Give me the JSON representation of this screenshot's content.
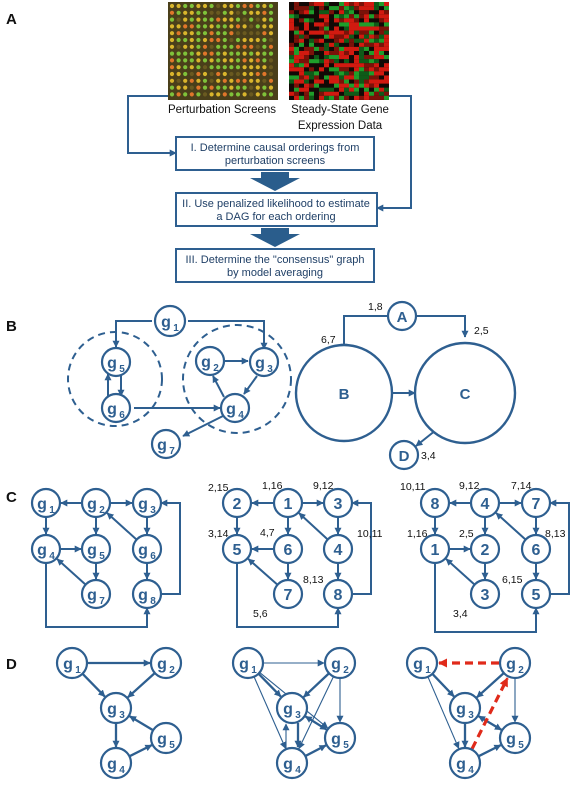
{
  "panel_labels": {
    "a": "A",
    "b": "B",
    "c": "C",
    "d": "D"
  },
  "panel_a": {
    "captions": [
      {
        "id": "perturbation-screens-caption",
        "text": "Perturbation Screens"
      },
      {
        "id": "steady-state-caption-line1",
        "text": "Steady-State Gene"
      },
      {
        "id": "steady-state-caption-line2",
        "text": "Expression Data"
      }
    ],
    "steps": [
      {
        "id": "step-1",
        "lines": [
          "I. Determine causal orderings from",
          "perturbation screens"
        ]
      },
      {
        "id": "step-2",
        "lines": [
          "II. Use penalized likelihood to estimate",
          "a DAG for each ordering"
        ]
      },
      {
        "id": "step-3",
        "lines": [
          "III. Determine the \"consensus\" graph",
          "by model averaging"
        ]
      }
    ]
  },
  "panel_b": {
    "gene_nodes": [
      {
        "id": "g1",
        "base": "g",
        "sub": "1"
      },
      {
        "id": "g2",
        "base": "g",
        "sub": "2"
      },
      {
        "id": "g3",
        "base": "g",
        "sub": "3"
      },
      {
        "id": "g4",
        "base": "g",
        "sub": "4"
      },
      {
        "id": "g5",
        "base": "g",
        "sub": "5"
      },
      {
        "id": "g6",
        "base": "g",
        "sub": "6"
      },
      {
        "id": "g7",
        "base": "g",
        "sub": "7"
      }
    ],
    "gene_edges": [
      [
        "g1",
        "g5"
      ],
      [
        "g1",
        "g3"
      ],
      [
        "g5",
        "g6"
      ],
      [
        "g6",
        "g5"
      ],
      [
        "g6",
        "g4"
      ],
      [
        "g2",
        "g3"
      ],
      [
        "g3",
        "g4"
      ],
      [
        "g4",
        "g2"
      ],
      [
        "g4",
        "g7"
      ]
    ],
    "scc_nodes": [
      {
        "id": "A",
        "label": "A"
      },
      {
        "id": "B",
        "label": "B"
      },
      {
        "id": "C",
        "label": "C"
      },
      {
        "id": "D",
        "label": "D"
      }
    ],
    "scc_edges": [
      [
        "A",
        "B"
      ],
      [
        "A",
        "C"
      ],
      [
        "B",
        "C"
      ],
      [
        "C",
        "D"
      ]
    ],
    "labels": [
      {
        "id": "label-a-top",
        "text": "1,8"
      },
      {
        "id": "label-b",
        "text": "6,7"
      },
      {
        "id": "label-c",
        "text": "2,5"
      },
      {
        "id": "label-d",
        "text": "3,4"
      }
    ]
  },
  "panel_c": {
    "graphs": [
      {
        "nodes": [
          {
            "id": "g1",
            "base": "g",
            "sub": "1"
          },
          {
            "id": "g2",
            "base": "g",
            "sub": "2"
          },
          {
            "id": "g3",
            "base": "g",
            "sub": "3"
          },
          {
            "id": "g4",
            "base": "g",
            "sub": "4"
          },
          {
            "id": "g5",
            "base": "g",
            "sub": "5"
          },
          {
            "id": "g6",
            "base": "g",
            "sub": "6"
          },
          {
            "id": "g7",
            "base": "g",
            "sub": "7"
          },
          {
            "id": "g8",
            "base": "g",
            "sub": "8"
          }
        ],
        "edges": [
          [
            "g2",
            "g1"
          ],
          [
            "g2",
            "g3"
          ],
          [
            "g1",
            "g4"
          ],
          [
            "g2",
            "g5"
          ],
          [
            "g3",
            "g6"
          ],
          [
            "g4",
            "g5"
          ],
          [
            "g6",
            "g2"
          ],
          [
            "g5",
            "g7"
          ],
          [
            "g7",
            "g4"
          ],
          [
            "g6",
            "g8"
          ],
          [
            "g8",
            "g3"
          ],
          [
            "g4",
            "g8"
          ]
        ],
        "labels": []
      },
      {
        "nodes": [
          {
            "id": "n1",
            "base": "1",
            "sub": ""
          },
          {
            "id": "n2",
            "base": "2",
            "sub": ""
          },
          {
            "id": "n3",
            "base": "3",
            "sub": ""
          },
          {
            "id": "n4",
            "base": "4",
            "sub": ""
          },
          {
            "id": "n5",
            "base": "5",
            "sub": ""
          },
          {
            "id": "n6",
            "base": "6",
            "sub": ""
          },
          {
            "id": "n7",
            "base": "7",
            "sub": ""
          },
          {
            "id": "n8",
            "base": "8",
            "sub": ""
          }
        ],
        "edges": [
          [
            "n1",
            "n2"
          ],
          [
            "n1",
            "n3"
          ],
          [
            "n2",
            "n5"
          ],
          [
            "n1",
            "n6"
          ],
          [
            "n3",
            "n4"
          ],
          [
            "n6",
            "n5"
          ],
          [
            "n4",
            "n1"
          ],
          [
            "n6",
            "n7"
          ],
          [
            "n7",
            "n5"
          ],
          [
            "n4",
            "n8"
          ],
          [
            "n8",
            "n3"
          ],
          [
            "n5",
            "n8"
          ]
        ],
        "labels": [
          {
            "id": "c2-label-2",
            "text": "2,15"
          },
          {
            "id": "c2-label-1",
            "text": "1,16"
          },
          {
            "id": "c2-label-3",
            "text": "9,12"
          },
          {
            "id": "c2-label-5",
            "text": "3,14"
          },
          {
            "id": "c2-label-6",
            "text": "4,7"
          },
          {
            "id": "c2-label-4",
            "text": "10,11"
          },
          {
            "id": "c2-label-7",
            "text": "5,6"
          },
          {
            "id": "c2-label-8",
            "text": "8,13"
          }
        ]
      },
      {
        "nodes": [
          {
            "id": "n8",
            "base": "8",
            "sub": ""
          },
          {
            "id": "n4",
            "base": "4",
            "sub": ""
          },
          {
            "id": "n7",
            "base": "7",
            "sub": ""
          },
          {
            "id": "n1",
            "base": "1",
            "sub": ""
          },
          {
            "id": "n2",
            "base": "2",
            "sub": ""
          },
          {
            "id": "n6",
            "base": "6",
            "sub": ""
          },
          {
            "id": "n3",
            "base": "3",
            "sub": ""
          },
          {
            "id": "n5",
            "base": "5",
            "sub": ""
          }
        ],
        "edges": [
          [
            "n4",
            "n8"
          ],
          [
            "n4",
            "n7"
          ],
          [
            "n8",
            "n1"
          ],
          [
            "n4",
            "n2"
          ],
          [
            "n7",
            "n6"
          ],
          [
            "n1",
            "n2"
          ],
          [
            "n6",
            "n4"
          ],
          [
            "n2",
            "n3"
          ],
          [
            "n3",
            "n1"
          ],
          [
            "n6",
            "n5"
          ],
          [
            "n5",
            "n7"
          ],
          [
            "n1",
            "n5"
          ]
        ],
        "labels": [
          {
            "id": "c3-label-8",
            "text": "10,11"
          },
          {
            "id": "c3-label-4",
            "text": "9,12"
          },
          {
            "id": "c3-label-7",
            "text": "7,14"
          },
          {
            "id": "c3-label-1",
            "text": "1,16"
          },
          {
            "id": "c3-label-2",
            "text": "2,5"
          },
          {
            "id": "c3-label-6",
            "text": "8,13"
          },
          {
            "id": "c3-label-3",
            "text": "3,4"
          },
          {
            "id": "c3-label-5",
            "text": "6,15"
          }
        ]
      }
    ]
  },
  "panel_d": {
    "graphs": [
      {
        "nodes": [
          {
            "id": "g1",
            "base": "g",
            "sub": "1"
          },
          {
            "id": "g2",
            "base": "g",
            "sub": "2"
          },
          {
            "id": "g3",
            "base": "g",
            "sub": "3"
          },
          {
            "id": "g4",
            "base": "g",
            "sub": "4"
          },
          {
            "id": "g5",
            "base": "g",
            "sub": "5"
          }
        ],
        "edges": [
          [
            "g1",
            "g2"
          ],
          [
            "g1",
            "g3"
          ],
          [
            "g2",
            "g3"
          ],
          [
            "g3",
            "g4"
          ],
          [
            "g4",
            "g5"
          ],
          [
            "g5",
            "g3"
          ]
        ]
      },
      {
        "nodes": [
          {
            "id": "g1",
            "base": "g",
            "sub": "1"
          },
          {
            "id": "g2",
            "base": "g",
            "sub": "2"
          },
          {
            "id": "g3",
            "base": "g",
            "sub": "3"
          },
          {
            "id": "g4",
            "base": "g",
            "sub": "4"
          },
          {
            "id": "g5",
            "base": "g",
            "sub": "5"
          }
        ],
        "edges": [
          [
            "g1",
            "g2"
          ],
          [
            "g1",
            "g3"
          ],
          [
            "g2",
            "g3"
          ],
          [
            "g3",
            "g4"
          ],
          [
            "g4",
            "g5"
          ],
          [
            "g5",
            "g3"
          ],
          [
            "g1",
            "g4"
          ],
          [
            "g1",
            "g5"
          ],
          [
            "g2",
            "g4"
          ],
          [
            "g2",
            "g5"
          ],
          [
            "g3",
            "g5"
          ],
          [
            "g4",
            "g3"
          ]
        ]
      },
      {
        "nodes": [
          {
            "id": "g1",
            "base": "g",
            "sub": "1"
          },
          {
            "id": "g2",
            "base": "g",
            "sub": "2"
          },
          {
            "id": "g3",
            "base": "g",
            "sub": "3"
          },
          {
            "id": "g4",
            "base": "g",
            "sub": "4"
          },
          {
            "id": "g5",
            "base": "g",
            "sub": "5"
          }
        ],
        "edges": [
          [
            "g1",
            "g3"
          ],
          [
            "g2",
            "g3"
          ],
          [
            "g3",
            "g4"
          ],
          [
            "g4",
            "g5"
          ],
          [
            "g5",
            "g3"
          ],
          [
            "g1",
            "g4"
          ],
          [
            "g2",
            "g5"
          ],
          [
            "g3",
            "g5"
          ]
        ],
        "highlight_edges": [
          [
            "g2",
            "g1"
          ],
          [
            "g4",
            "g2"
          ]
        ],
        "highlight_color": "#e02a1a"
      }
    ]
  },
  "colors": {
    "node_stroke": "#2e5f90",
    "arrow_fill": "#2a5d8c",
    "highlight": "#e02a1a",
    "heatmap_left_bg": "#4a3f1a",
    "heatmap_right_bg": "#120906"
  }
}
